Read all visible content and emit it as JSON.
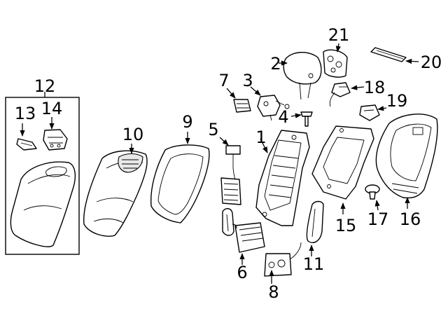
{
  "callouts": [
    "1",
    "2",
    "3",
    "4",
    "5",
    "6",
    "7",
    "8",
    "9",
    "10",
    "11",
    "12",
    "13",
    "14",
    "15",
    "16",
    "17",
    "18",
    "19",
    "20",
    "21"
  ],
  "colors": {
    "line": "#000000",
    "background": "#ffffff"
  }
}
